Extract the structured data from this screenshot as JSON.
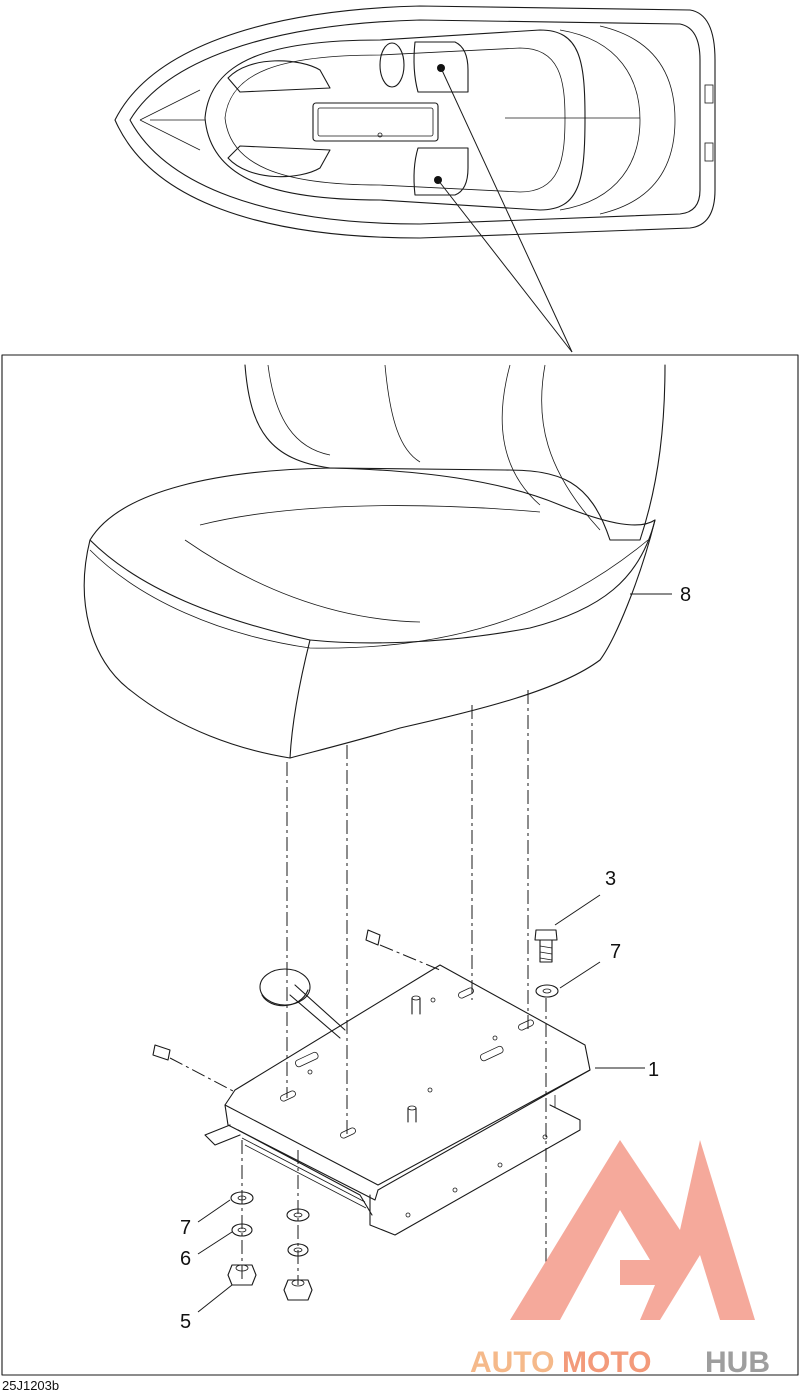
{
  "diagram": {
    "callouts": [
      "8",
      "3",
      "7",
      "1",
      "7",
      "6",
      "5"
    ],
    "drawing_code": "25J1203b"
  },
  "watermark": {
    "part_auto": "AUTO",
    "part_moto": "MOTO",
    "part_hub": "HUB",
    "colors": {
      "auto": "#f5b98a",
      "moto": "#f39a7a",
      "hub": "#9e9e9e",
      "logo": "#f4a090"
    }
  }
}
